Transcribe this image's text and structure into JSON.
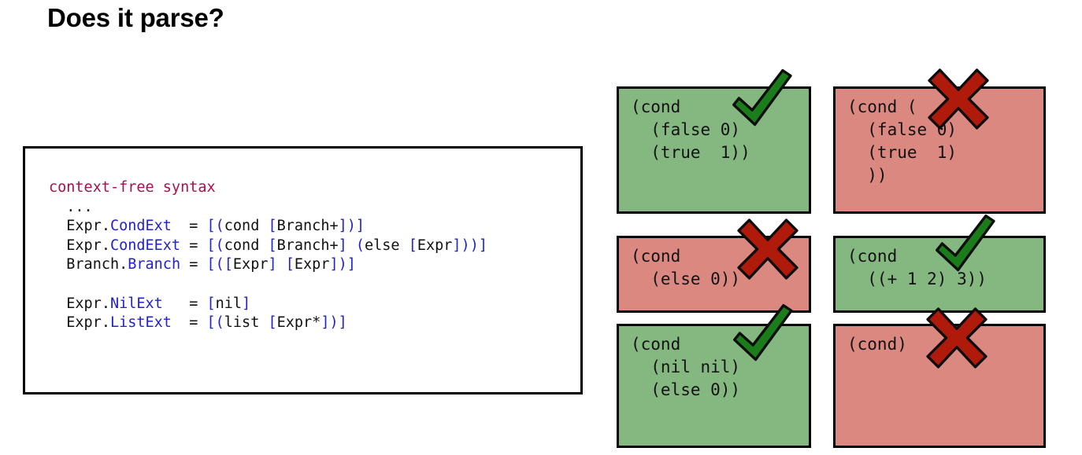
{
  "slide": {
    "title": "Does it parse?",
    "background": "#ffffff"
  },
  "colors": {
    "accept_fill": "#85b881",
    "reject_fill": "#db8880",
    "check_mark": "#1a7d1a",
    "cross_mark": "#b01a0a",
    "keyword": "#a4114f",
    "nonterminal": "#2222cc",
    "bracket": "#2222cc",
    "border": "#000000"
  },
  "code_panel": {
    "name": "grammar-definition",
    "lines": [
      {
        "id": "l1",
        "segments": [
          {
            "text": "context-free syntax",
            "style": "kw"
          }
        ]
      },
      {
        "id": "l2",
        "segments": [
          {
            "text": "  ...",
            "style": "plain"
          }
        ]
      },
      {
        "id": "l3",
        "segments": [
          {
            "text": "  Expr.",
            "style": "plain"
          },
          {
            "text": "CondExt",
            "style": "sort"
          },
          {
            "text": "  = ",
            "style": "plain"
          },
          {
            "text": "[(",
            "style": "brk"
          },
          {
            "text": "cond ",
            "style": "plain"
          },
          {
            "text": "[",
            "style": "brk"
          },
          {
            "text": "Branch+",
            "style": "plain"
          },
          {
            "text": "])]",
            "style": "brk"
          }
        ]
      },
      {
        "id": "l4",
        "segments": [
          {
            "text": "  Expr.",
            "style": "plain"
          },
          {
            "text": "CondEExt",
            "style": "sort"
          },
          {
            "text": " = ",
            "style": "plain"
          },
          {
            "text": "[(",
            "style": "brk"
          },
          {
            "text": "cond ",
            "style": "plain"
          },
          {
            "text": "[",
            "style": "brk"
          },
          {
            "text": "Branch+",
            "style": "plain"
          },
          {
            "text": "] (",
            "style": "brk"
          },
          {
            "text": "else ",
            "style": "plain"
          },
          {
            "text": "[",
            "style": "brk"
          },
          {
            "text": "Expr",
            "style": "plain"
          },
          {
            "text": "]))]",
            "style": "brk"
          }
        ]
      },
      {
        "id": "l5",
        "segments": [
          {
            "text": "  Branch.",
            "style": "plain"
          },
          {
            "text": "Branch",
            "style": "sort"
          },
          {
            "text": " = ",
            "style": "plain"
          },
          {
            "text": "[([",
            "style": "brk"
          },
          {
            "text": "Expr",
            "style": "plain"
          },
          {
            "text": "] [",
            "style": "brk"
          },
          {
            "text": "Expr",
            "style": "plain"
          },
          {
            "text": "])]",
            "style": "brk"
          }
        ]
      },
      {
        "id": "l6",
        "segments": [
          {
            "text": " ",
            "style": "plain"
          }
        ]
      },
      {
        "id": "l7",
        "segments": [
          {
            "text": "  Expr.",
            "style": "plain"
          },
          {
            "text": "NilExt",
            "style": "sort"
          },
          {
            "text": "   = ",
            "style": "plain"
          },
          {
            "text": "[",
            "style": "brk"
          },
          {
            "text": "nil",
            "style": "plain"
          },
          {
            "text": "]",
            "style": "brk"
          }
        ]
      },
      {
        "id": "l8",
        "segments": [
          {
            "text": "  Expr.",
            "style": "plain"
          },
          {
            "text": "ListExt",
            "style": "sort"
          },
          {
            "text": "  = ",
            "style": "plain"
          },
          {
            "text": "[(",
            "style": "brk"
          },
          {
            "text": "list ",
            "style": "plain"
          },
          {
            "text": "[",
            "style": "brk"
          },
          {
            "text": "Expr*",
            "style": "plain"
          },
          {
            "text": "])]",
            "style": "brk"
          }
        ]
      }
    ]
  },
  "examples": [
    {
      "id": "example-1",
      "verdict": "accept",
      "mark": "check-icon",
      "code": "(cond\n  (false 0)\n  (true  1))"
    },
    {
      "id": "example-2",
      "verdict": "reject",
      "mark": "cross-icon",
      "code": "(cond (\n  (false 0)\n  (true  1)\n  ))"
    },
    {
      "id": "example-3",
      "verdict": "reject",
      "mark": "cross-icon",
      "code": "(cond\n  (else 0))"
    },
    {
      "id": "example-4",
      "verdict": "accept",
      "mark": "check-icon",
      "code": "(cond\n  ((+ 1 2) 3))"
    },
    {
      "id": "example-5",
      "verdict": "accept",
      "mark": "check-icon",
      "code": "(cond\n  (nil nil)\n  (else 0))"
    },
    {
      "id": "example-6",
      "verdict": "reject",
      "mark": "cross-icon",
      "code": "(cond)"
    }
  ]
}
